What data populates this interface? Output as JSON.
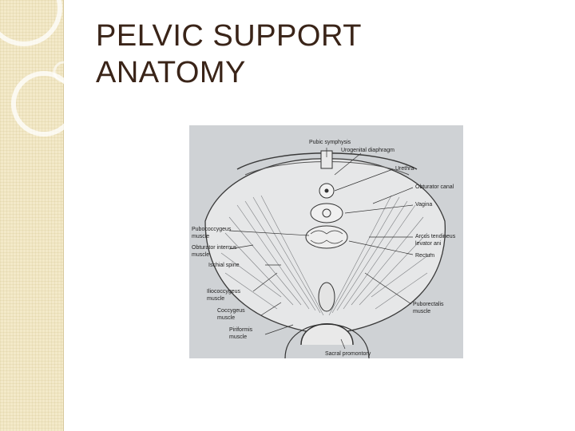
{
  "slide": {
    "title_line1": "PELVIC SUPPORT",
    "title_line2": "ANATOMY"
  },
  "figure": {
    "labels": {
      "pubic_symphysis": "Pubic symphysis",
      "urogenital_diaphragm": "Urogenital diaphragm",
      "urethra": "Urethra",
      "obturator_canal": "Obturator canal",
      "vagina": "Vagina",
      "pubococcygeus_1": "Pubococcygeus",
      "pubococcygeus_2": "muscle",
      "obturator_internus_1": "Obturator internus",
      "obturator_internus_2": "muscle",
      "arcus_1": "Arcus tendineus",
      "arcus_2": "levator ani",
      "rectum": "Rectum",
      "ischial_spine": "Ischial spine",
      "iliococcygeus_1": "Iliococcygeus",
      "iliococcygeus_2": "muscle",
      "coccygeus_1": "Coccygeus",
      "coccygeus_2": "muscle",
      "puborectalis_1": "Puborectalis",
      "puborectalis_2": "muscle",
      "piriformis_1": "Piriformis",
      "piriformis_2": "muscle",
      "sacral_promontory": "Sacral promontory"
    }
  }
}
